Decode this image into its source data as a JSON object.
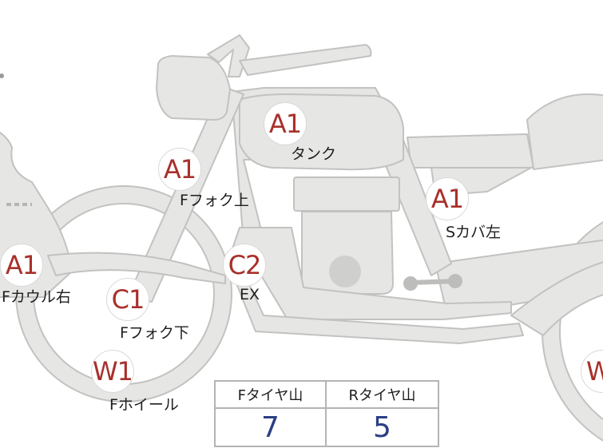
{
  "markers": [
    {
      "id": "tank",
      "code": "A1",
      "label": "タンク"
    },
    {
      "id": "fork-upper",
      "code": "A1",
      "label": "Fフォク上"
    },
    {
      "id": "side-cover-left",
      "code": "A1",
      "label": "Sカバ左"
    },
    {
      "id": "front-cowl-right",
      "code": "A1",
      "label": "Fカウル右"
    },
    {
      "id": "exhaust",
      "code": "C2",
      "label": "EX"
    },
    {
      "id": "fork-lower",
      "code": "C1",
      "label": "Fフォク下"
    },
    {
      "id": "front-wheel",
      "code": "W1",
      "label": "Fホイール"
    },
    {
      "id": "rear-wheel",
      "code": "W"
    }
  ],
  "tread_table": {
    "front_header": "Fタイヤ山",
    "rear_header": "Rタイヤ山",
    "front_value": "7",
    "rear_value": "5"
  },
  "colors": {
    "body_fill": "#e6e6e4",
    "outline": "#c2c2c0",
    "code_red": "#a8302b",
    "value_blue": "#2b3f86"
  }
}
